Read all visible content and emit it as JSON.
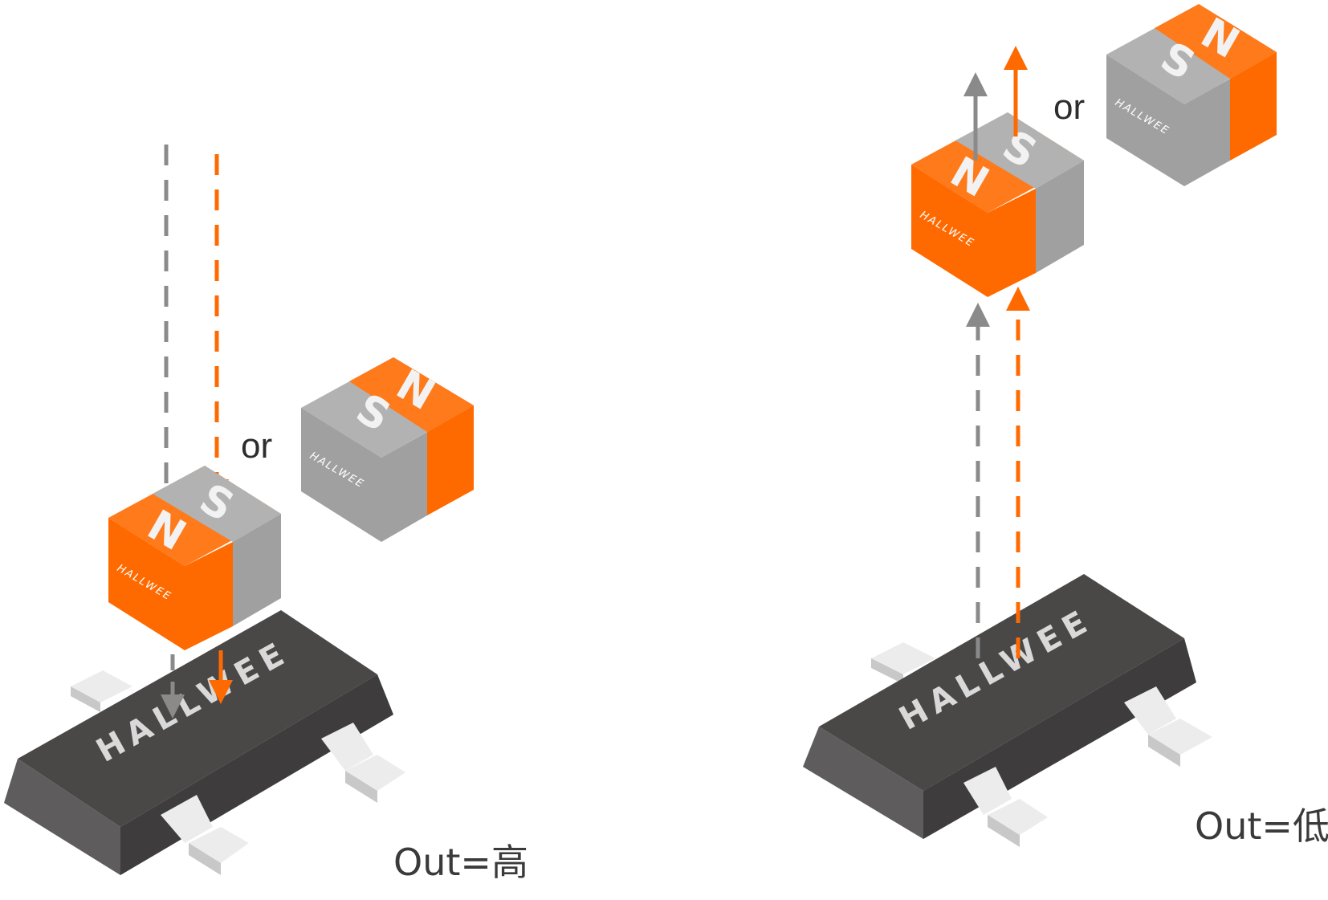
{
  "labels": {
    "or": "or",
    "pole_n": "N",
    "pole_s": "S",
    "brand": "HALLWEE",
    "out_high": "Out=高",
    "out_low": "Out=低"
  },
  "colors": {
    "orange": "#ff6a00",
    "magnet_gray": "#a0a0a0",
    "chip_body": "#4a4747",
    "pin_light": "#e6e6e6"
  }
}
